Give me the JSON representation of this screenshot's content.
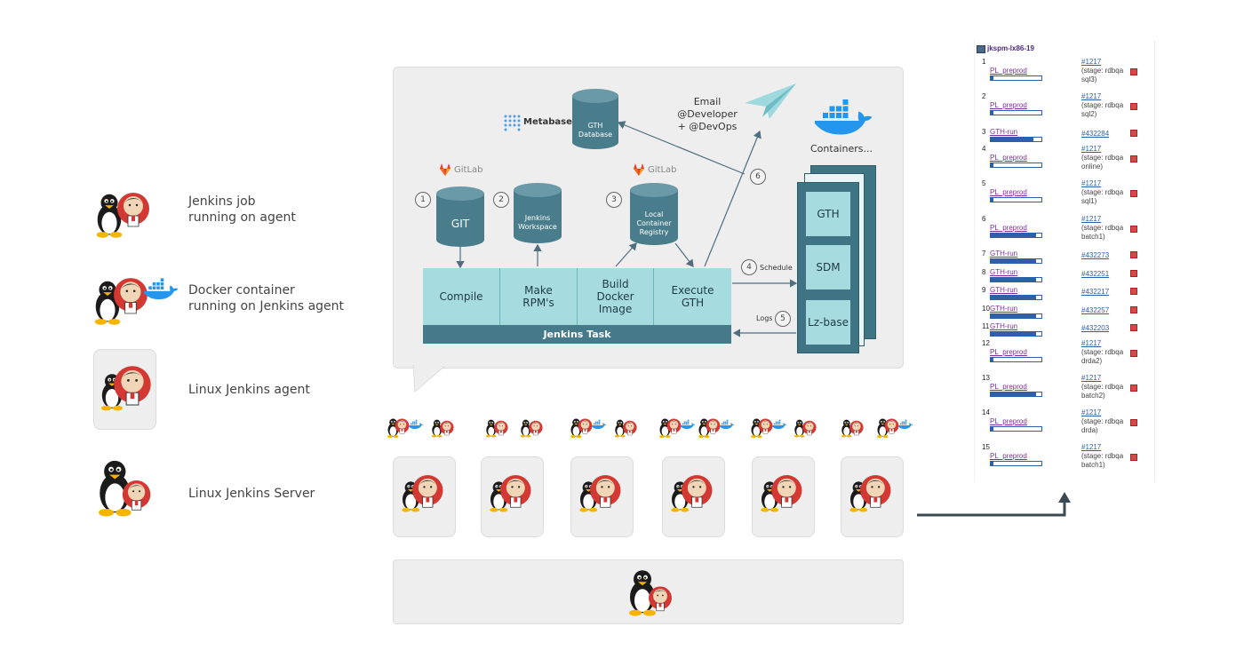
{
  "legend": [
    {
      "label": "Jenkins job\nrunning on agent",
      "icon": "jenkins-tux-icon"
    },
    {
      "label": "Docker container\nrunning on Jenkins agent",
      "icon": "jenkins-tux-docker-icon"
    },
    {
      "label": "Linux Jenkins agent",
      "icon": "jenkins-agent-icon"
    },
    {
      "label": "Linux Jenkins Server",
      "icon": "tux-jenkins-server-icon"
    }
  ],
  "pipeline": {
    "metabase": "Metabase",
    "gth_database": "GTH\nDatabase",
    "gitlab1": "GitLab",
    "gitlab2": "GitLab",
    "git": "GIT",
    "jenkins_workspace": "Jenkins\nWorkspace",
    "local_registry": "Local\nContainer\nRegistry",
    "email": "Email\n@Developer\n+ @DevOps",
    "containers": "Containers...",
    "steps": [
      "1",
      "2",
      "3",
      "4",
      "5",
      "6"
    ],
    "schedule": "Schedule",
    "logs": "Logs",
    "task_cells": [
      "Compile",
      "Make\nRPM's",
      "Build\nDocker\nImage",
      "Execute\nGTH"
    ],
    "task_bar": "Jenkins Task",
    "container_items": [
      "GTH",
      "SDM",
      "Lz-base"
    ]
  },
  "build_executor": {
    "title": "jkspm-lx86-19",
    "rows": [
      {
        "n": "1",
        "job": "PL_preprod",
        "link": "#1217",
        "stage": "(stage: rdbqa\nsql3)",
        "progress": 0.05
      },
      {
        "n": "2",
        "job": "PL_preprod",
        "link": "#1217",
        "stage": "(stage: rdbqa\nsql2)",
        "progress": 0.05
      },
      {
        "n": "3",
        "job": "GTH-run",
        "link": "#432284",
        "stage": "",
        "progress": 0.85
      },
      {
        "n": "4",
        "job": "PL_preprod",
        "link": "#1217",
        "stage": "(stage: rdbqa\nonline)",
        "progress": 0.05
      },
      {
        "n": "5",
        "job": "PL_preprod",
        "link": "#1217",
        "stage": "(stage: rdbqa\nsql1)",
        "progress": 0.05
      },
      {
        "n": "6",
        "job": "PL_preprod",
        "link": "#1217",
        "stage": "(stage: rdbqa\nbatch1)",
        "progress": 0.9
      },
      {
        "n": "7",
        "job": "GTH-run",
        "link": "#432273",
        "stage": "",
        "progress": 0.9
      },
      {
        "n": "8",
        "job": "GTH-run",
        "link": "#432251",
        "stage": "",
        "progress": 0.9
      },
      {
        "n": "9",
        "job": "GTH-run",
        "link": "#432217",
        "stage": "",
        "progress": 0.9
      },
      {
        "n": "10",
        "job": "GTH-run",
        "link": "#432257",
        "stage": "",
        "progress": 0.9
      },
      {
        "n": "11",
        "job": "GTH-run",
        "link": "#432203",
        "stage": "",
        "progress": 0.9
      },
      {
        "n": "12",
        "job": "PL_preprod",
        "link": "#1217",
        "stage": "(stage: rdbqa\ndrda2)",
        "progress": 0.05
      },
      {
        "n": "13",
        "job": "PL_preprod",
        "link": "#1217",
        "stage": "(stage: rdbqa\nbatch2)",
        "progress": 0.9
      },
      {
        "n": "14",
        "job": "PL_preprod",
        "link": "#1217",
        "stage": "(stage: rdbqa\ndrda)",
        "progress": 0.05
      },
      {
        "n": "15",
        "job": "PL_preprod",
        "link": "#1217",
        "stage": "(stage: rdbqa\nbatch1)",
        "progress": 0.05
      }
    ]
  },
  "colors": {
    "teal": "#a6dbe0",
    "dark_teal": "#457a8a",
    "jenkins_red": "#d33833",
    "docker_blue": "#2496ed",
    "gitlab_orange": "#e24329"
  }
}
